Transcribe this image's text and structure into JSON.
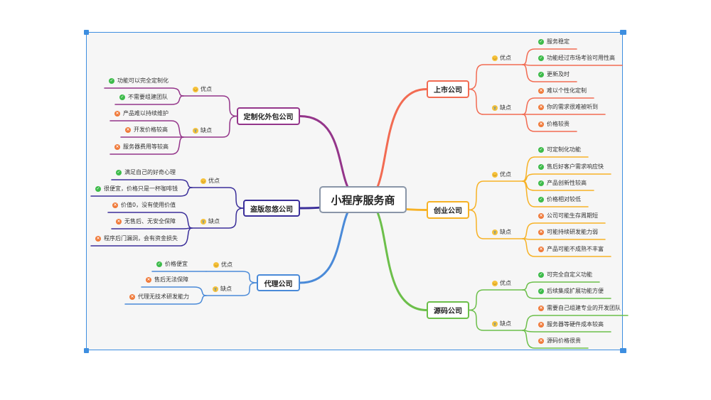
{
  "root": {
    "title": "小程序服务商"
  },
  "branches": [
    {
      "name": "上市公司",
      "color": "#f26b52",
      "side": "right",
      "pros": {
        "label": "优点",
        "items": [
          "服务稳定",
          "功能经过市场考验可用性高",
          "更新及时"
        ]
      },
      "cons": {
        "label": "缺点",
        "items": [
          "难以个性化定制",
          "你的需求很难被听到",
          "价格较贵"
        ]
      }
    },
    {
      "name": "创业公司",
      "color": "#f7b226",
      "side": "right",
      "pros": {
        "label": "优点",
        "items": [
          "可定制化功能",
          "售后好客户需求响应快",
          "产品创新性较高",
          "价格相对较低"
        ]
      },
      "cons": {
        "label": "缺点",
        "items": [
          "公司可能生存周期短",
          "可能持续研发能力弱",
          "产品可能不成熟不丰富"
        ]
      }
    },
    {
      "name": "源码公司",
      "color": "#6cbf4a",
      "side": "right",
      "pros": {
        "label": "优点",
        "items": [
          "可完全自定义功能",
          "后续集成扩展功能方便"
        ]
      },
      "cons": {
        "label": "缺点",
        "items": [
          "需要自己组建专业的开发团队",
          "服务器等硬件成本较高",
          "源码价格很贵"
        ]
      }
    },
    {
      "name": "定制化外包公司",
      "color": "#94358a",
      "side": "left",
      "pros": {
        "label": "优点",
        "items": [
          "功能可以完全定制化",
          "不需要组建团队"
        ]
      },
      "cons": {
        "label": "缺点",
        "items": [
          "产品难以持续维护",
          "开发价格较高",
          "服务器费用等较高"
        ]
      }
    },
    {
      "name": "盗版忽悠公司",
      "color": "#3b2f9a",
      "side": "left",
      "pros": {
        "label": "优点",
        "items": [
          "满足自己的好奇心理",
          "很便宜，价格只是一杯咖啡钱"
        ]
      },
      "cons": {
        "label": "缺点",
        "items": [
          "价值0，没有使用价值",
          "无售后、无安全保障",
          "程序后门漏洞，会有资金损失"
        ]
      }
    },
    {
      "name": "代理公司",
      "color": "#4a8ad8",
      "side": "left",
      "pros": {
        "label": "优点",
        "items": [
          "价格便宜"
        ]
      },
      "cons": {
        "label": "缺点",
        "items": [
          "售后无法保障",
          "代理无技术研发能力"
        ]
      }
    }
  ]
}
